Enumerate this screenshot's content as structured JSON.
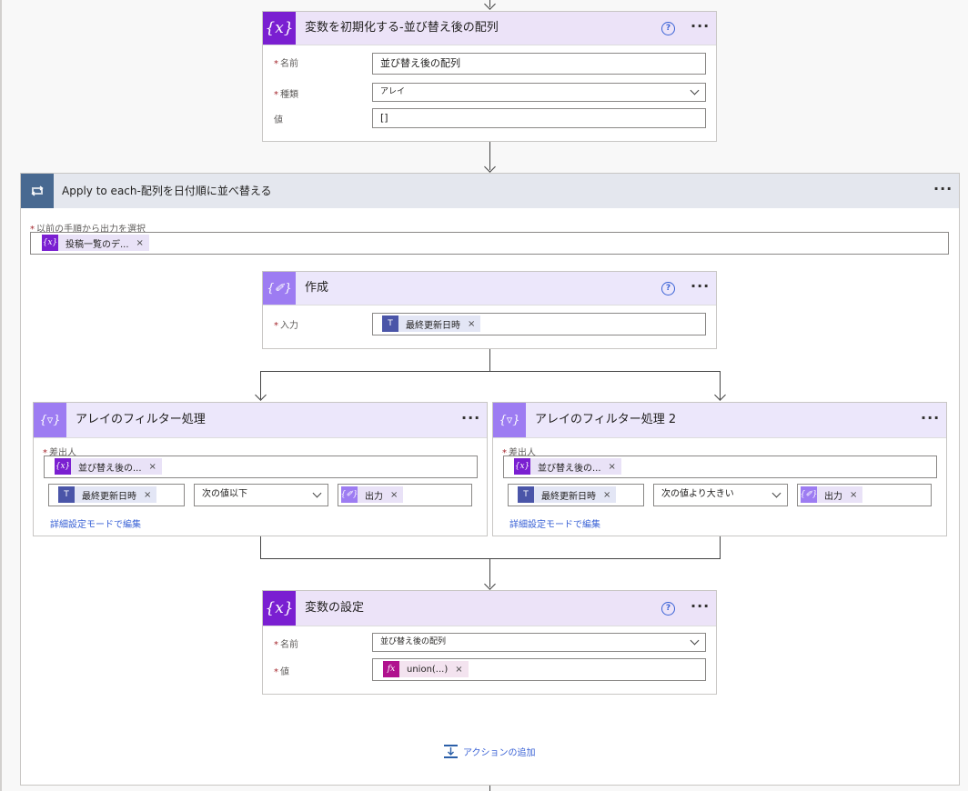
{
  "init_var": {
    "title": "変数を初期化する-並び替え後の配列",
    "name_label": "名前",
    "name_value": "並び替え後の配列",
    "type_label": "種類",
    "type_value": "アレイ",
    "value_label": "値",
    "value_value": "[]"
  },
  "apply_each": {
    "title": "Apply to each-配列を日付順に並べ替える",
    "select_label": "以前の手順から出力を選択",
    "token_label": "投稿一覧のデ..."
  },
  "compose": {
    "title": "作成",
    "input_label": "入力",
    "token_label": "最終更新日時"
  },
  "filter1": {
    "title": "アレイのフィルター処理",
    "from_label": "差出人",
    "from_token": "並び替え後の...",
    "left_token": "最終更新日時",
    "operator": "次の値以下",
    "right_token": "出力",
    "advanced_link": "詳細設定モードで編集"
  },
  "filter2": {
    "title": "アレイのフィルター処理 2",
    "from_label": "差出人",
    "from_token": "並び替え後の...",
    "left_token": "最終更新日時",
    "operator": "次の値より大きい",
    "right_token": "出力",
    "advanced_link": "詳細設定モードで編集"
  },
  "set_var": {
    "title": "変数の設定",
    "name_label": "名前",
    "name_value": "並び替え後の配列",
    "value_label": "値",
    "token_label": "union(...)"
  },
  "add_action_label": "アクションの追加",
  "icons": {
    "variable": "{x}",
    "compose": "{✐}",
    "filter": "{▿}",
    "expression": "fx",
    "loop": "loop-icon",
    "teams": "teams-icon"
  },
  "colors": {
    "variable_purple": "#7a1fd1",
    "data_op_purple": "#9d7cf2",
    "loop_header": "#e1e4ea",
    "link_blue": "#3b63d6"
  }
}
